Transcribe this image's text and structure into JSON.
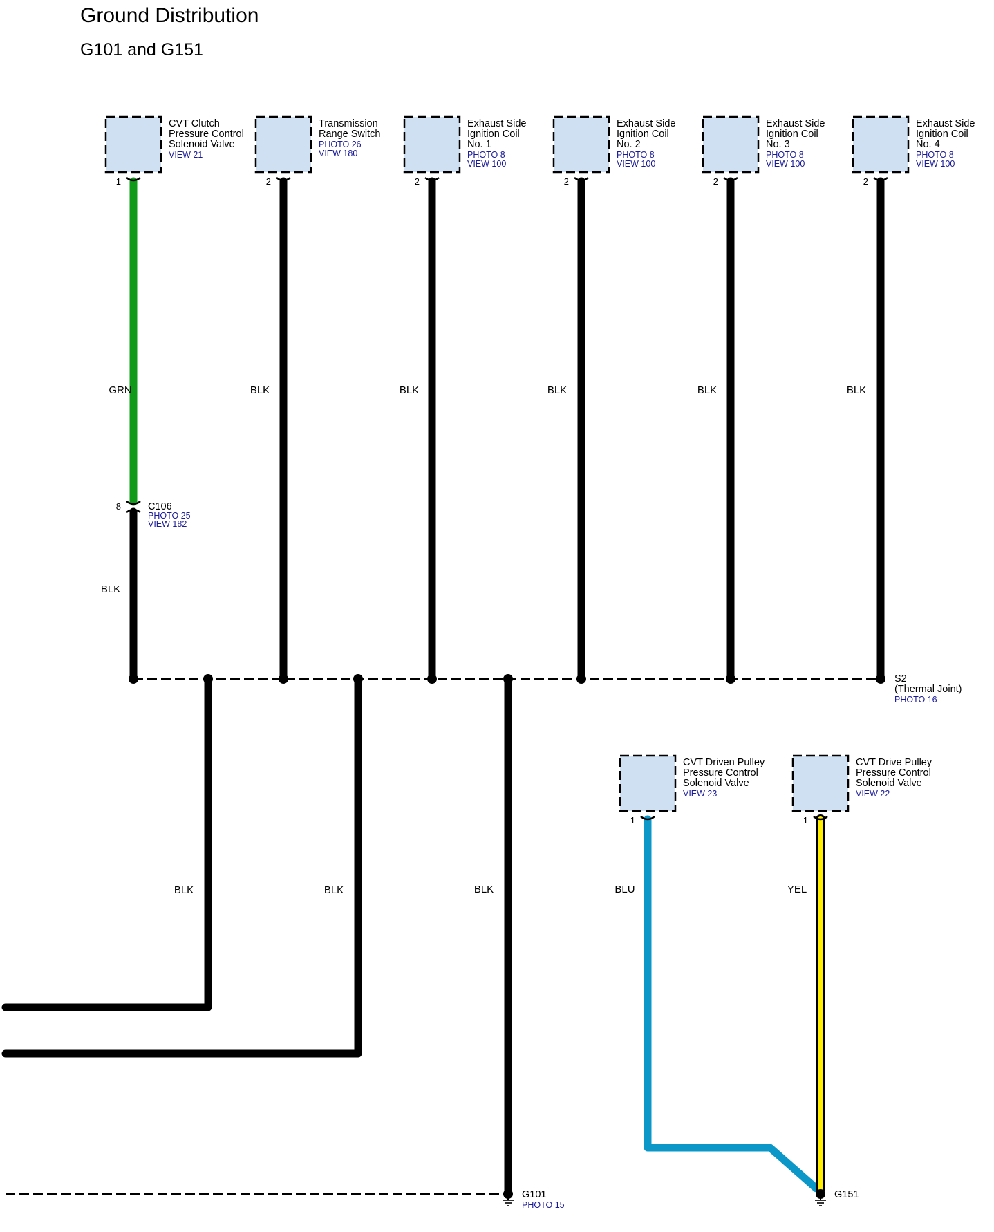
{
  "header": {
    "title": "Ground Distribution",
    "subtitle": "G101 and G151"
  },
  "colors": {
    "GRN": "#11991a",
    "BLK": "#000000",
    "BLU": "#0c97c9",
    "YEL": "#ffee00",
    "component_fill": "#cfe0f3",
    "link": "#1a1a99"
  },
  "components": [
    {
      "id": "cvt-clutch",
      "lines": [
        "CVT Clutch",
        "Pressure Control",
        "Solenoid Valve"
      ],
      "refs": [
        "VIEW 21"
      ],
      "pin": "1"
    },
    {
      "id": "trans-range",
      "lines": [
        "Transmission",
        "Range Switch"
      ],
      "refs": [
        "PHOTO 26",
        "VIEW 180"
      ],
      "pin": "2"
    },
    {
      "id": "coil-1",
      "lines": [
        "Exhaust Side",
        "Ignition Coil",
        "No. 1"
      ],
      "refs": [
        "PHOTO 8",
        "VIEW 100"
      ],
      "pin": "2"
    },
    {
      "id": "coil-2",
      "lines": [
        "Exhaust Side",
        "Ignition Coil",
        "No. 2"
      ],
      "refs": [
        "PHOTO 8",
        "VIEW 100"
      ],
      "pin": "2"
    },
    {
      "id": "coil-3",
      "lines": [
        "Exhaust Side",
        "Ignition Coil",
        "No. 3"
      ],
      "refs": [
        "PHOTO 8",
        "VIEW 100"
      ],
      "pin": "2"
    },
    {
      "id": "coil-4",
      "lines": [
        "Exhaust Side",
        "Ignition Coil",
        "No. 4"
      ],
      "refs": [
        "PHOTO 8",
        "VIEW 100"
      ],
      "pin": "2"
    },
    {
      "id": "cvt-driven",
      "lines": [
        "CVT Driven Pulley",
        "Pressure Control",
        "Solenoid Valve"
      ],
      "refs": [
        "VIEW 23"
      ],
      "pin": "1"
    },
    {
      "id": "cvt-drive",
      "lines": [
        "CVT Drive Pulley",
        "Pressure Control",
        "Solenoid Valve"
      ],
      "refs": [
        "VIEW 22"
      ],
      "pin": "1"
    }
  ],
  "wire_labels": {
    "top": [
      "GRN",
      "BLK",
      "BLK",
      "BLK",
      "BLK",
      "BLK"
    ],
    "c106_lower": "BLK",
    "lower": [
      "BLK",
      "BLK",
      "BLK"
    ],
    "blu": "BLU",
    "yel": "YEL"
  },
  "connector_c106": {
    "pin": "8",
    "name": "C106",
    "refs": [
      "PHOTO 25",
      "VIEW 182"
    ]
  },
  "splice_s2": {
    "lines": [
      "S2",
      "(Thermal Joint)"
    ],
    "ref": "PHOTO 16"
  },
  "grounds": [
    {
      "name": "G101",
      "ref": "PHOTO 15"
    },
    {
      "name": "G151",
      "ref": ""
    }
  ]
}
